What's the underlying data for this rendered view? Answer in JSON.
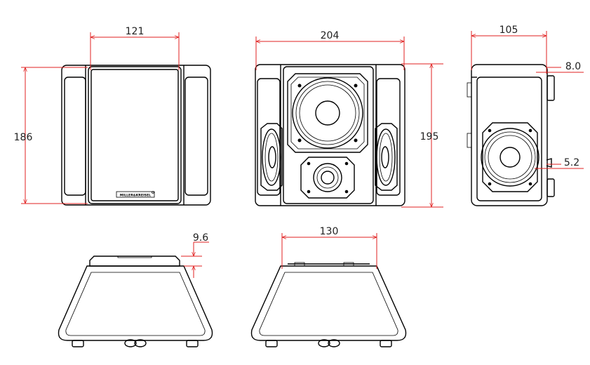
{
  "drawing": {
    "brand_logo": "MILLER&KREISEL",
    "dimensions": {
      "front_width": "121",
      "front_height": "186",
      "rear_width": "204",
      "rear_height": "195",
      "side_depth": "105",
      "side_offset_top": "8.0",
      "side_offset_port": "5.2",
      "bottom_offset": "9.6",
      "bottom_width": "130"
    }
  }
}
